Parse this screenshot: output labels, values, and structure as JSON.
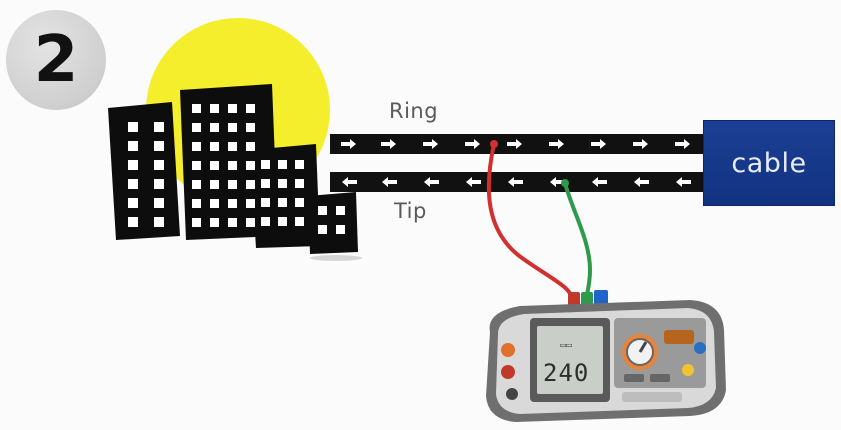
{
  "step": {
    "number": "2"
  },
  "wires": {
    "ring_label": "Ring",
    "tip_label": "Tip"
  },
  "endpoint": {
    "label": "cable"
  },
  "meter": {
    "reading": "240"
  },
  "colors": {
    "sun": "#f4ee2c",
    "building": "#0d0d0d",
    "window": "#ffffff",
    "wire_track": "#111111",
    "arrow": "#ffffff",
    "cable_box": "#16398a",
    "probe_red": "#d22f2f",
    "probe_green": "#2e9a4c",
    "meter_body": "#7b7b7b",
    "meter_screen": "#c9cfc8"
  },
  "icons": [
    "city-buildings-icon",
    "sun-icon",
    "multimeter-icon"
  ]
}
